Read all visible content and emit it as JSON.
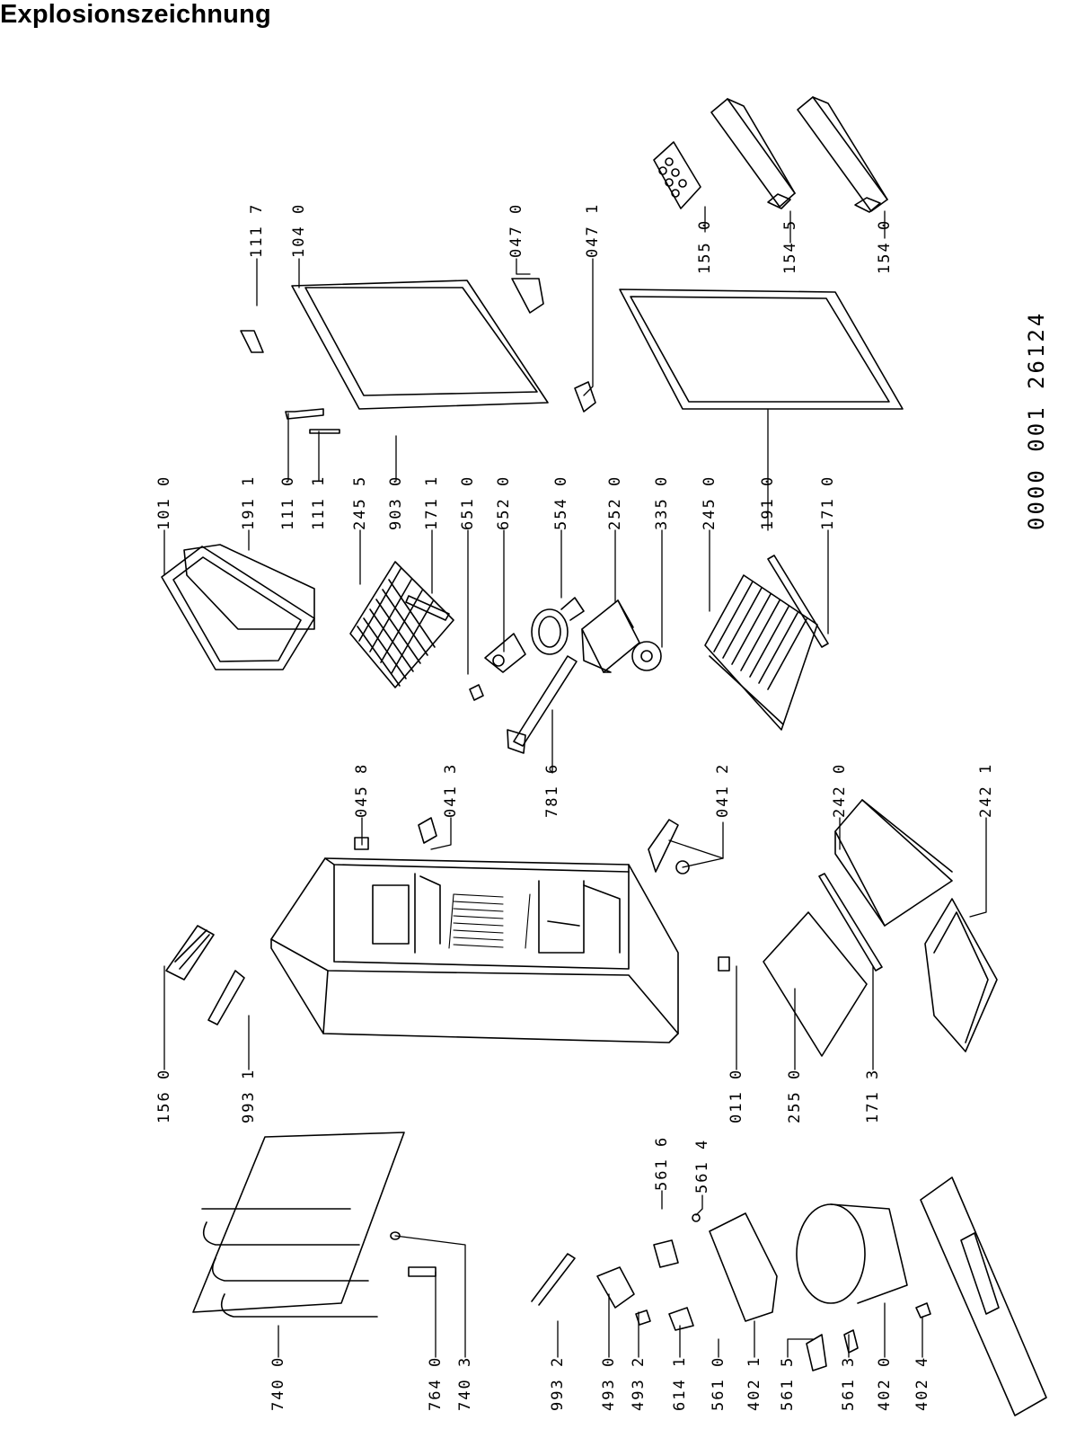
{
  "header": {
    "title": "Explosionszeichnung"
  },
  "doc_number": "0000 001 26124",
  "parts": [
    {
      "id": "p1117",
      "code": "111 7"
    },
    {
      "id": "p1040",
      "code": "104 0"
    },
    {
      "id": "p0470",
      "code": "047 0"
    },
    {
      "id": "p0471",
      "code": "047 1"
    },
    {
      "id": "p1550",
      "code": "155 0"
    },
    {
      "id": "p1545",
      "code": "154 5"
    },
    {
      "id": "p1540",
      "code": "154 0"
    },
    {
      "id": "p1010",
      "code": "101 0"
    },
    {
      "id": "p1911",
      "code": "191 1"
    },
    {
      "id": "p1110",
      "code": "111 0"
    },
    {
      "id": "p1111",
      "code": "111 1"
    },
    {
      "id": "p2455",
      "code": "245 5"
    },
    {
      "id": "p9030",
      "code": "903 0"
    },
    {
      "id": "p1711",
      "code": "171 1"
    },
    {
      "id": "p6510",
      "code": "651 0"
    },
    {
      "id": "p6520",
      "code": "652 0"
    },
    {
      "id": "p5540",
      "code": "554 0"
    },
    {
      "id": "p2520",
      "code": "252 0"
    },
    {
      "id": "p3350",
      "code": "335 0"
    },
    {
      "id": "p2450",
      "code": "245 0"
    },
    {
      "id": "p1910",
      "code": "191 0"
    },
    {
      "id": "p1710",
      "code": "171 0"
    },
    {
      "id": "p0458",
      "code": "045 8"
    },
    {
      "id": "p0413",
      "code": "041 3"
    },
    {
      "id": "p7816",
      "code": "781 6"
    },
    {
      "id": "p0412",
      "code": "041 2"
    },
    {
      "id": "p2420",
      "code": "242 0"
    },
    {
      "id": "p2421",
      "code": "242 1"
    },
    {
      "id": "p1560",
      "code": "156 0"
    },
    {
      "id": "p9931",
      "code": "993 1"
    },
    {
      "id": "p0110",
      "code": "011 0"
    },
    {
      "id": "p2550",
      "code": "255 0"
    },
    {
      "id": "p1713",
      "code": "171 3"
    },
    {
      "id": "p5616",
      "code": "561 6"
    },
    {
      "id": "p5614",
      "code": "561 4"
    },
    {
      "id": "p7400",
      "code": "740 0"
    },
    {
      "id": "p7640",
      "code": "764 0"
    },
    {
      "id": "p7403",
      "code": "740 3"
    },
    {
      "id": "p9932",
      "code": "993 2"
    },
    {
      "id": "p4930",
      "code": "493 0"
    },
    {
      "id": "p4932",
      "code": "493 2"
    },
    {
      "id": "p6141",
      "code": "614 1"
    },
    {
      "id": "p5610",
      "code": "561 0"
    },
    {
      "id": "p4021",
      "code": "402 1"
    },
    {
      "id": "p5615",
      "code": "561 5"
    },
    {
      "id": "p5613",
      "code": "561 3"
    },
    {
      "id": "p4020",
      "code": "402 0"
    },
    {
      "id": "p4024",
      "code": "402 4"
    }
  ]
}
